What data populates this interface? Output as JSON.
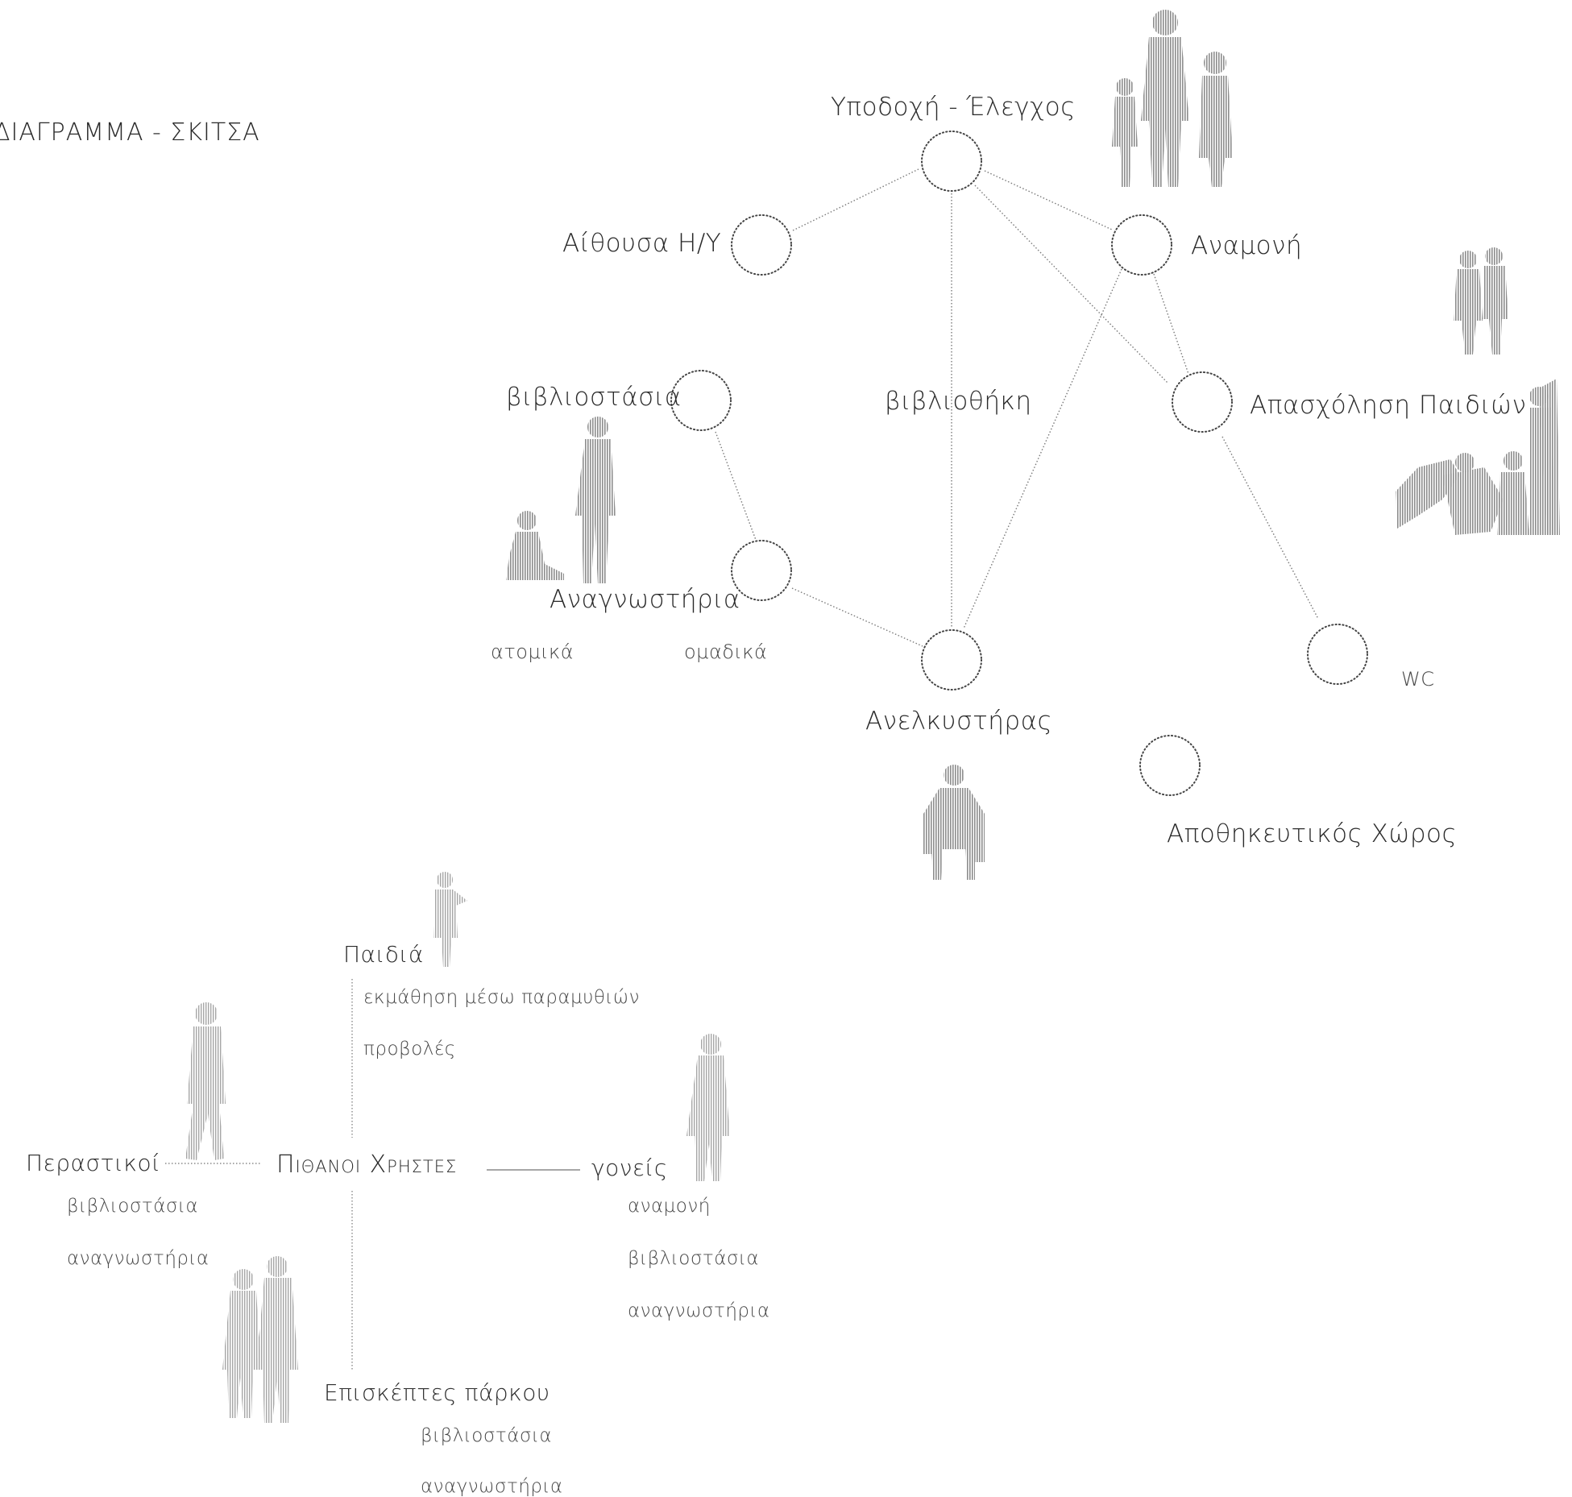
{
  "page_title": "ΔΙΑΓΡΑΜΜΑ - ΣΚΙΤΣΑ",
  "nodes": {
    "reception": "Υποδοχή - Έλεγχος",
    "computer_room": "Αίθουσα Η/Υ",
    "waiting": "Αναμονή",
    "bookshelves": "βιβλιοστάσια",
    "library": "βιβλιοθήκη",
    "children_activity": "Απασχόληση Παιδιών",
    "reading_rooms": "Αναγνωστήρια",
    "individual": "ατομικά",
    "group": "ομαδικά",
    "elevator": "Ανελκυστήρας",
    "wc": "WC",
    "storage": "Αποθηκευτικός Χώρος"
  },
  "users": {
    "center": "Πιθανοι Χρηστες",
    "children": {
      "label": "Παιδιά",
      "items": [
        "εκμάθηση μέσω παραμυθιών",
        "προβολές"
      ]
    },
    "passersby": {
      "label": "Περαστικοί",
      "items": [
        "βιβλιοστάσια",
        "αναγνωστήρια"
      ]
    },
    "parents": {
      "label": "γονείς",
      "items": [
        "αναμονή",
        "βιβλιοστάσια",
        "αναγνωστήρια"
      ]
    },
    "park_visitors": {
      "label": "Επισκέπτες πάρκου",
      "items": [
        "βιβλιοστάσια",
        "αναγνωστήρια"
      ]
    }
  },
  "colors": {
    "figure": "#9a9a9a",
    "text": "#2a2a2a",
    "circle": "#444444"
  }
}
